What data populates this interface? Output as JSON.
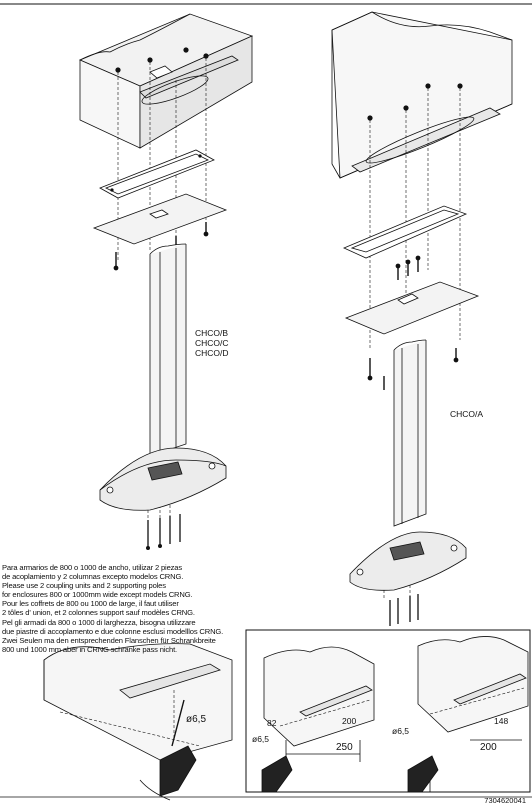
{
  "labels": {
    "left_models": [
      "CHCO/B",
      "CHCO/C",
      "CHCO/D"
    ],
    "right_model": "CHCO/A"
  },
  "instructions": [
    "Para armarios de 800 o 1000 de ancho, utilizar 2 piezas",
    "de acoplamiento y 2 columnas excepto modelos CRNG.",
    "Please use 2 coupling units and 2 supporting poles",
    "for enclosures 800 or 1000mm wide except models CRNG.",
    "Pour les coffrets de 800 ou 1000 de large, il faut utiliser",
    "2 tôles d' union, et 2 colonnes support sauf modèles CRNG.",
    "Pel gli armadi da 800 o 1000 di larghezza, bisogna utilizzare",
    "due piastre di accoplamento e due colonne esclusi modelllos CRNG.",
    "Zwei Seulen ma den entsprechenden Flanschen für Schrankbreite",
    "800 und 1000 mm aber in CRNG schränke pass nicht."
  ],
  "dimensions": {
    "drill_left": "ø6,5",
    "drill_mid": "ø6,5",
    "drill_right": "ø6,5",
    "d82": "82",
    "d200a": "200",
    "d250": "250",
    "d148": "148",
    "d200b": "200"
  },
  "document_code": "7304620041"
}
